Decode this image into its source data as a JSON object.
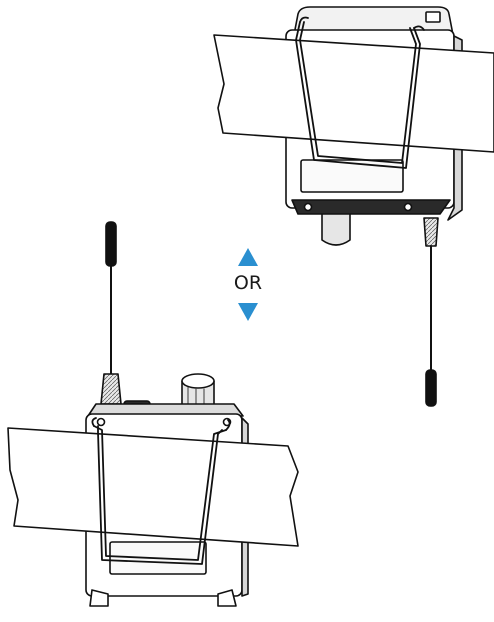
{
  "diagram": {
    "separator": {
      "text": "OR",
      "arrow_color": "#2a8fd0"
    },
    "figures": [
      {
        "name": "receiver-worn-antenna-down",
        "orientation": "upside-down"
      },
      {
        "name": "receiver-worn-antenna-up",
        "orientation": "upright"
      }
    ]
  }
}
